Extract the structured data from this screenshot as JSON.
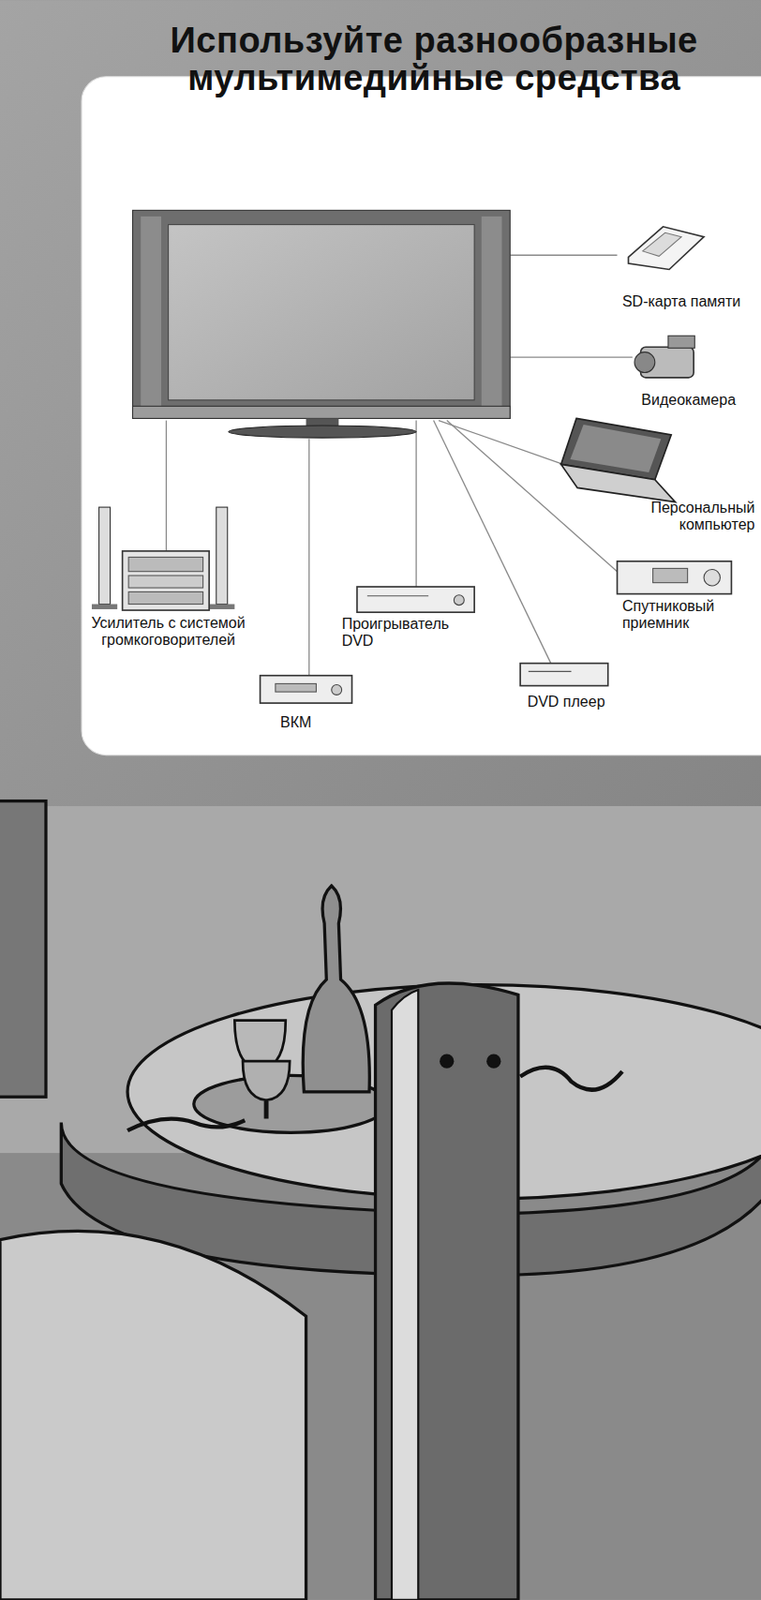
{
  "diagram": {
    "title": "Используйте разнообразные мультимедийные средства",
    "labels": [
      "SD-карта памяти",
      "Видеокамера",
      "Персональный компьютер",
      "Усилитель с системой громкоговорителей",
      "Проигрыватель DVD",
      "Спутниковый приемник",
      "ВКМ",
      "DVD плеер"
    ]
  }
}
